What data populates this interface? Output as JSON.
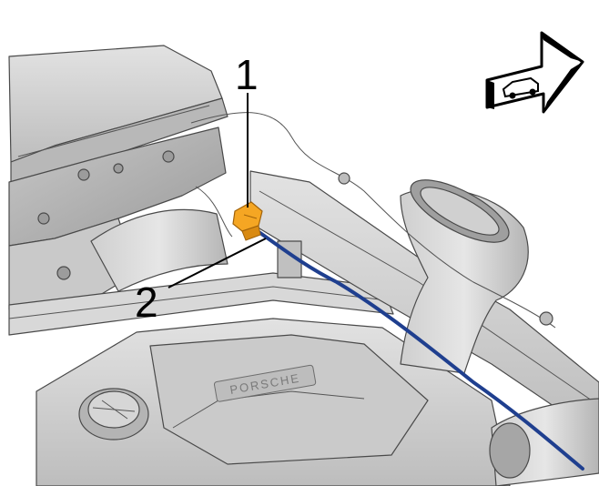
{
  "callouts": [
    {
      "id": "1",
      "label": "1"
    },
    {
      "id": "2",
      "label": "2"
    }
  ],
  "engine_cover_text": "PORSCHE",
  "icons": {
    "view_direction": "vehicle-front-direction-icon"
  },
  "colors": {
    "background": "#ffffff",
    "part_gray": "#d3d3d3",
    "part_shadow": "#a9a9a9",
    "highlight_connector": "#f5a623",
    "harness_blue": "#1f3f8f"
  }
}
